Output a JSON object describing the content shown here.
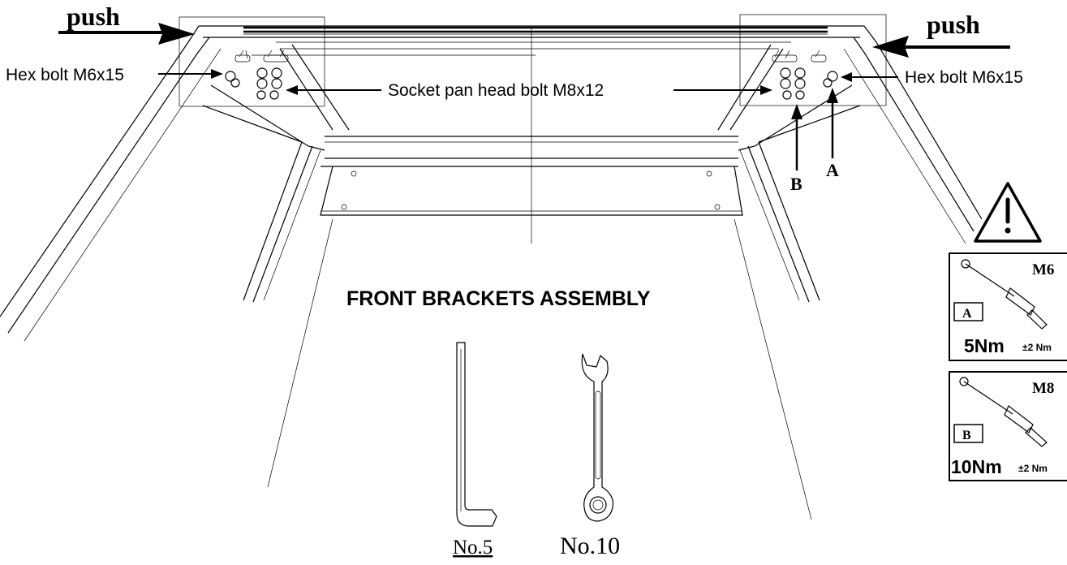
{
  "labels": {
    "push_left": "push",
    "push_right": "push",
    "hex_bolt_left": "Hex bolt M6x15",
    "hex_bolt_right": "Hex bolt M6x15",
    "socket_bolt": "Socket pan head bolt M8x12",
    "marker_a": "A",
    "marker_b": "B",
    "title": "FRONT BRACKETS ASSEMBLY"
  },
  "tools": {
    "hex_key": "No.5",
    "wrench": "No.10"
  },
  "torque": {
    "a": {
      "size": "M6",
      "letter": "A",
      "value": "5Nm",
      "tolerance": "±2 Nm"
    },
    "b": {
      "size": "M8",
      "letter": "B",
      "value": "10Nm",
      "tolerance": "±2 Nm"
    }
  },
  "icons": [
    "warning-triangle-icon",
    "push-arrow-icon",
    "torque-wrench-icon",
    "hex-key-icon",
    "combination-wrench-icon"
  ]
}
